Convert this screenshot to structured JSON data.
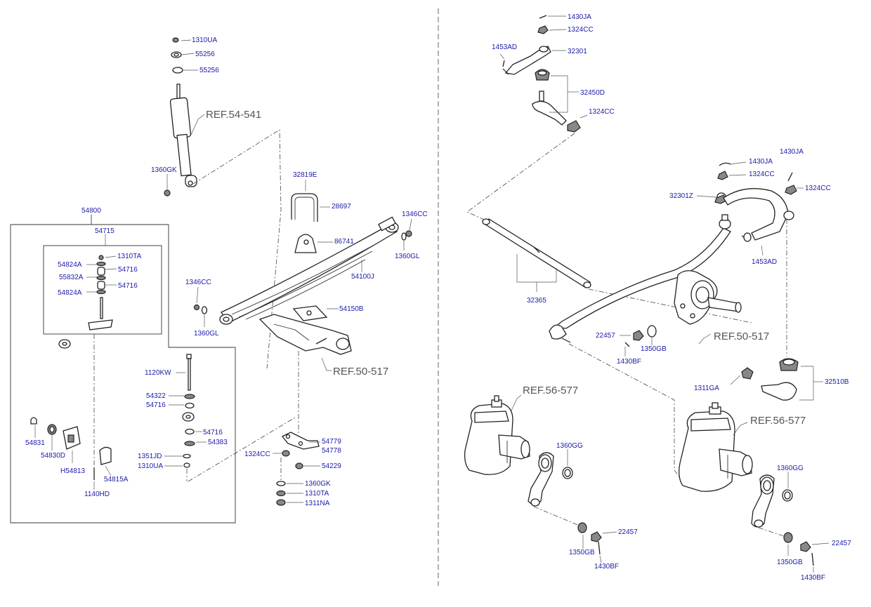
{
  "left_panel": {
    "shock_absorber": {
      "part_1310UA_top": "1310UA",
      "part_55256_a": "55256",
      "part_55256_b": "55256",
      "ref_54_541": "REF.54-541",
      "part_1360GK": "1360GK"
    },
    "leaf_spring": {
      "part_32819E": "32819E",
      "part_28697": "28697",
      "part_86741": "86741",
      "part_1346CC_right": "1346CC",
      "part_1360GL_right": "1360GL",
      "part_54100J": "54100J",
      "part_1346CC_left": "1346CC",
      "part_1360GL_left": "1360GL",
      "part_54150B": "54150B",
      "ref_50_517": "REF.50-517"
    },
    "stabilizer": {
      "part_54800": "54800",
      "part_54715": "54715",
      "part_1310TA_kit": "1310TA",
      "part_54824A_a": "54824A",
      "part_54716_kit_a": "54716",
      "part_55832A": "55832A",
      "part_54824A_b": "54824A",
      "part_54716_kit_b": "54716",
      "part_1120KW": "1120KW",
      "part_54322": "54322",
      "part_54716_a": "54716",
      "part_54716_b": "54716",
      "part_54383": "54383",
      "part_1351JD": "1351JD",
      "part_1310UA_bottom": "1310UA",
      "part_54831": "54831",
      "part_54830D": "54830D",
      "part_H54813": "H54813",
      "part_54815A": "54815A",
      "part_1140HD": "1140HD"
    },
    "link_bracket": {
      "part_1324CC": "1324CC",
      "part_54779": "54779",
      "part_54778": "54778",
      "part_54229": "54229",
      "part_1360GK": "1360GK",
      "part_1310TA": "1310TA",
      "part_1311NA": "1311NA"
    }
  },
  "right_panel": {
    "tie_rod_top": {
      "part_1430JA": "1430JA",
      "part_1324CC_a": "1324CC",
      "part_1453AD": "1453AD",
      "part_32301": "32301",
      "part_32450D": "32450D",
      "part_1324CC_b": "1324CC"
    },
    "drag_link": {
      "part_1430JA_mid": "1430JA",
      "part_1324CC_mid": "1324CC",
      "part_1430JA_right": "1430JA",
      "part_1324CC_right": "1324CC",
      "part_32301Z": "32301Z",
      "part_1453AD_mid": "1453AD",
      "part_32365": "32365",
      "part_22457": "22457",
      "part_1350GB": "1350GB",
      "part_1430BF": "1430BF",
      "ref_50_517": "REF.50-517",
      "part_1311GA": "1311GA",
      "part_32510B": "32510B"
    },
    "steering_gear_left": {
      "ref_56_577": "REF.56-577",
      "part_1360GG": "1360GG",
      "part_1350GB": "1350GB",
      "part_22457": "22457",
      "part_1430BF": "1430BF"
    },
    "steering_gear_right": {
      "ref_56_577": "REF.56-577",
      "part_1360GG": "1360GG",
      "part_1350GB": "1350GB",
      "part_22457": "22457",
      "part_1430BF": "1430BF"
    }
  },
  "colors": {
    "label": "#1a1aa8",
    "ref": "#555555",
    "line": "#222222"
  }
}
